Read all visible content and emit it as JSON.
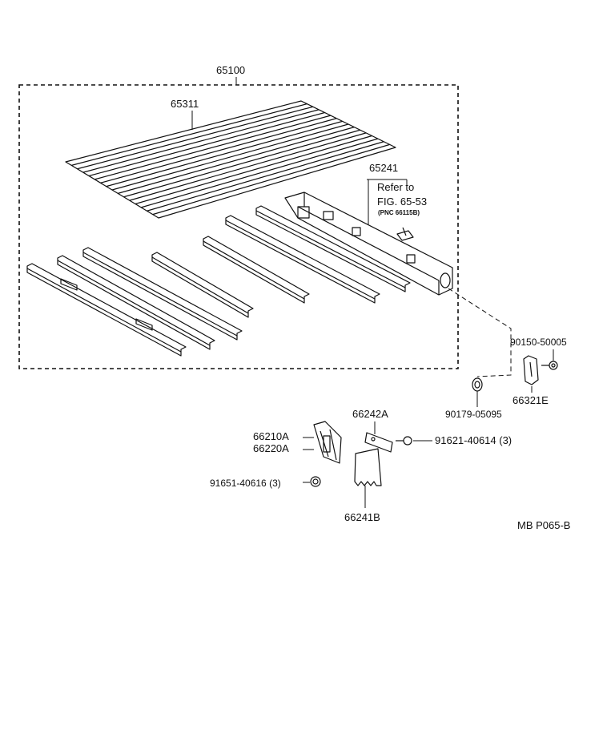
{
  "diagram": {
    "assembly_label": "65100",
    "drawing_code": "MB P065-B",
    "parts": {
      "floor_panel": "65311",
      "cross_member": "65241",
      "refer_line1": "Refer to",
      "refer_line2": "FIG. 65-53",
      "refer_line3": "(PNC 66115B)",
      "washer_label": "90179-05095",
      "bolt_label": "90150-50005",
      "bracket_label": "66321E",
      "mudguard_bracket": "66242A",
      "stay_rh": "66210A",
      "stay_lh": "66220A",
      "screw_label": "91621-40614 (3)",
      "nut_label": "91651-40616 (3)",
      "mudguard": "66241B"
    }
  }
}
